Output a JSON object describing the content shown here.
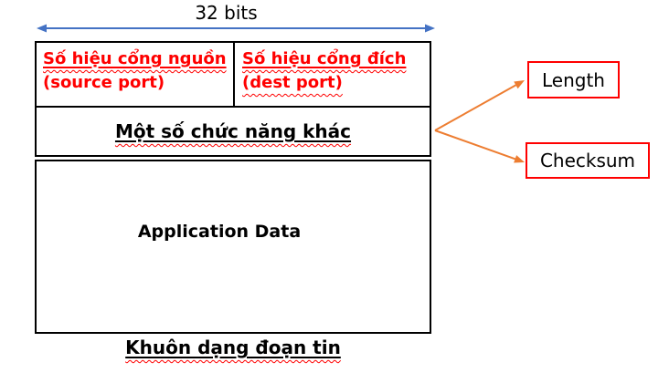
{
  "colors": {
    "accent_blue": "#4472C4",
    "accent_orange": "#ED7D31",
    "red": "#FF0000",
    "black": "#000000"
  },
  "top": {
    "width_label": "32 bits"
  },
  "segment_table": {
    "source_port": {
      "title": "Số hiệu cổng nguồn",
      "subtitle": "(source port)"
    },
    "dest_port": {
      "title": "Số hiệu cổng đích",
      "subtitle": "(dest port)"
    },
    "other_fields_row": "Một số chức năng khác",
    "payload_row": "Application Data"
  },
  "callouts": {
    "length": "Length",
    "checksum": "Checksum"
  },
  "caption": "Khuôn dạng đoạn tin"
}
